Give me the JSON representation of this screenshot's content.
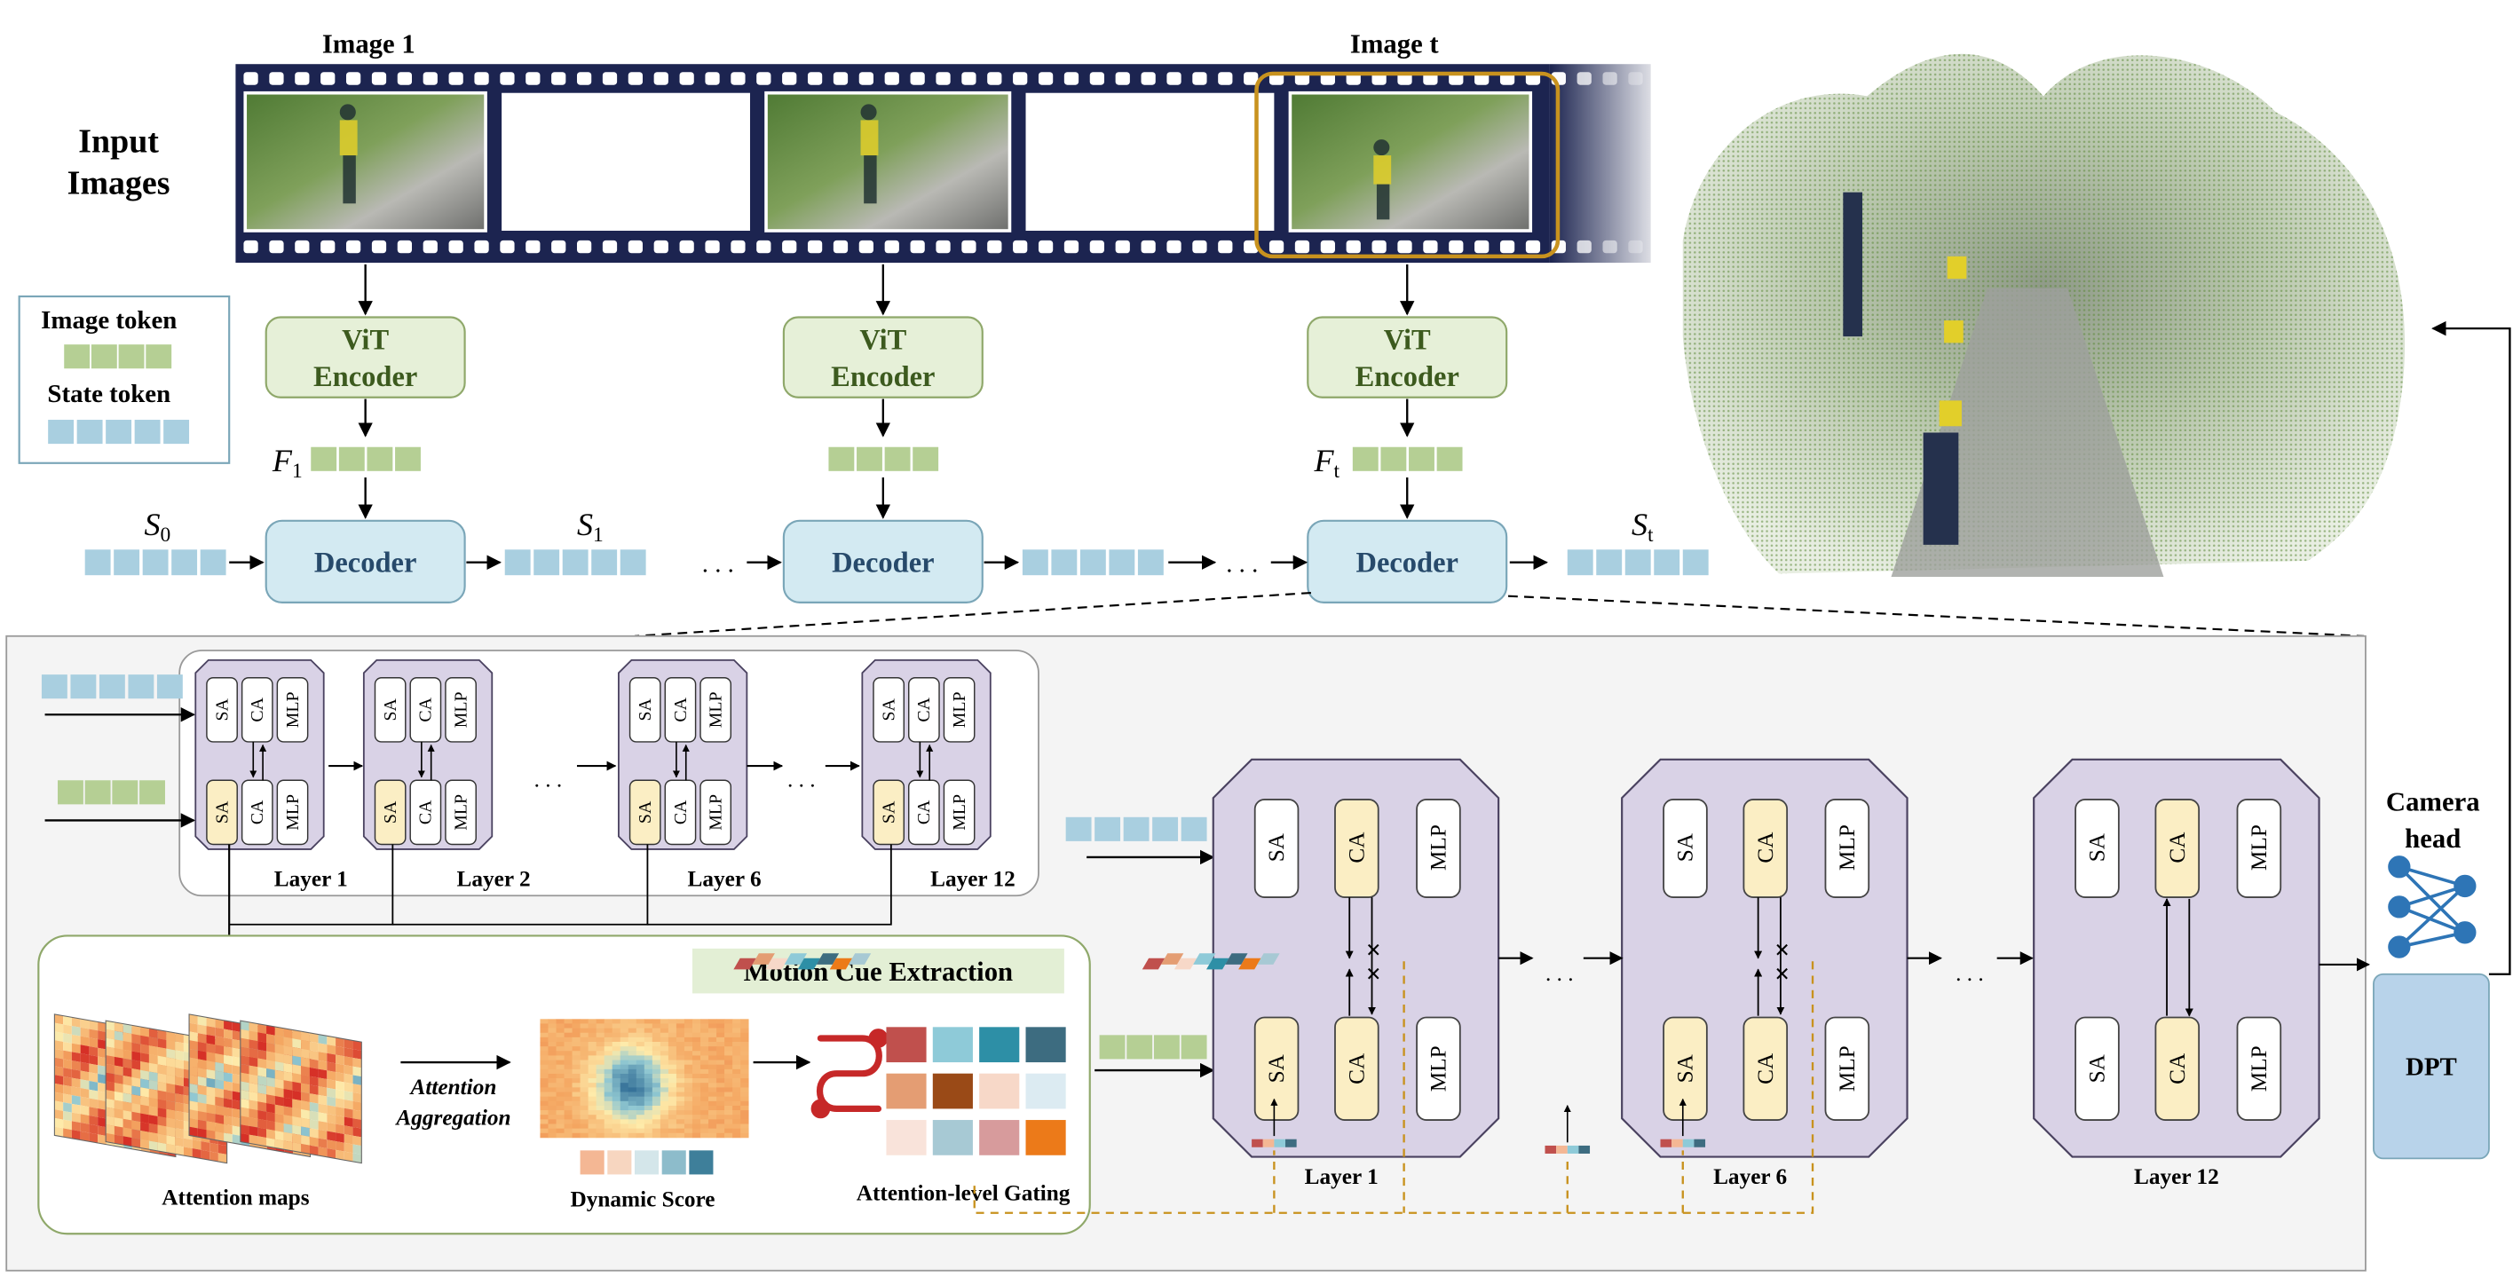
{
  "colors": {
    "film": "#1c2450",
    "vit_fill": "#e6f0d8",
    "vit_stroke": "#8fa86a",
    "decoder_fill": "#d3eaf2",
    "decoder_stroke": "#7aa6b8",
    "image_token": "#b5cf94",
    "state_token": "#a9cfe0",
    "layer_fill": "#d9d2e6",
    "layer_stroke": "#4a4260",
    "ca_fill": "#fbeec4",
    "highlight": "#c8921e",
    "dpt_fill": "#b8d3ea",
    "title_bg": "#e3efd5"
  },
  "top": {
    "image1": "Image 1",
    "imaget": "Image t",
    "input_line1": "Input",
    "input_line2": "Images",
    "vit_line1": "ViT",
    "vit_line2": "Encoder",
    "decoder": "Decoder",
    "dots": ". . .",
    "F1": "F",
    "F1_sub": "1",
    "Ft": "F",
    "Ft_sub": "t",
    "S0": "S",
    "S0_sub": "0",
    "S1": "S",
    "S1_sub": "1",
    "St": "S",
    "St_sub": "t"
  },
  "legend": {
    "image_token": "Image token",
    "state_token": "State token"
  },
  "modules": {
    "sa": "SA",
    "ca": "CA",
    "mlp": "MLP"
  },
  "small_layers": [
    "Layer 1",
    "Layer 2",
    "Layer 6",
    "Layer 12"
  ],
  "big_layers": [
    "Layer 1",
    "Layer 6",
    "Layer 12"
  ],
  "motion": {
    "title": "Motion Cue Extraction",
    "attention_maps": "Attention maps",
    "aggregation_line1": "Attention",
    "aggregation_line2": "Aggregation",
    "dynamic_score": "Dynamic Score",
    "gating": "Attention-level Gating"
  },
  "heads": {
    "camera_line1": "Camera",
    "camera_line2": "head",
    "dpt": "DPT"
  }
}
